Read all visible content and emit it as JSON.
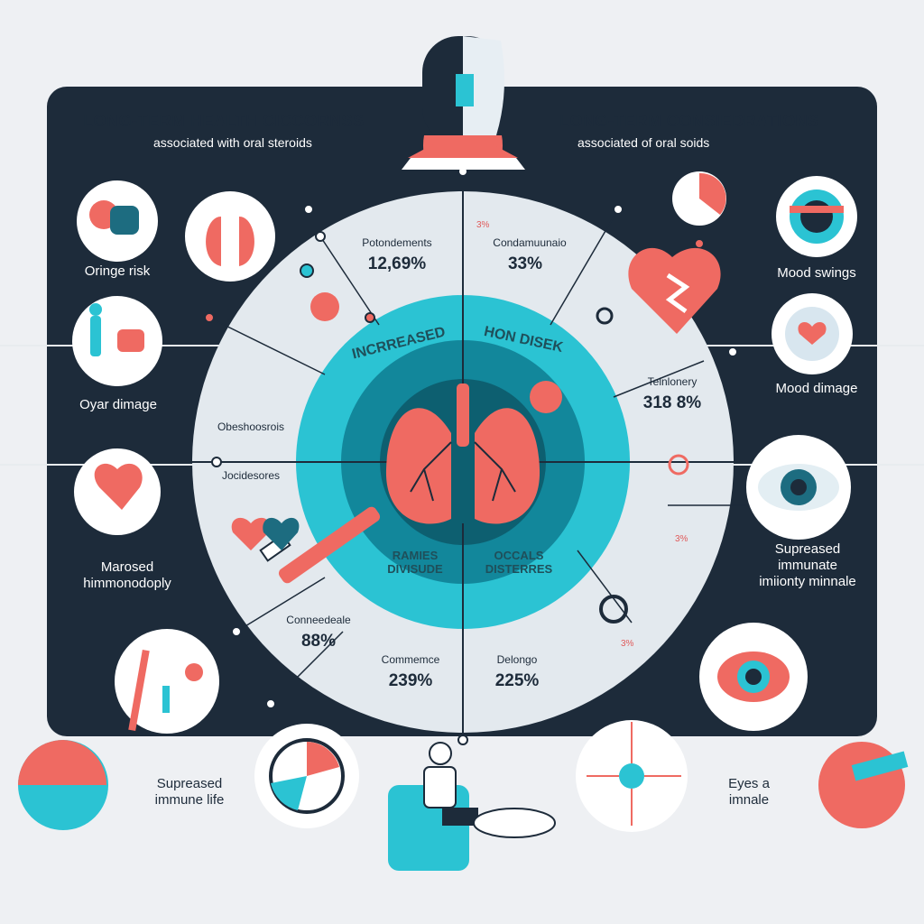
{
  "header": {
    "title_left": "LONG-TERM HEALTH CICCORNSS",
    "subtitle_left": "associated with oral steroids",
    "title_right": "LONG-TERM CONSIEDRATIONS",
    "subtitle_right": "associated of oral soids"
  },
  "side_labels": {
    "left_1": "Oringe risk",
    "left_2": "Oyar dimage",
    "left_3_line1": "Marosed",
    "left_3_line2": "himmonodoply",
    "left_4_line1": "Supreased",
    "left_4_line2": "immune life",
    "right_1": "Mood swings",
    "right_2": "Mood dimage",
    "right_3_line1": "Supreased",
    "right_3_line2": "immunate",
    "right_3_line3": "imiionty minnale",
    "right_4_line1": "Eyes a",
    "right_4_line2": "imnale"
  },
  "segments": {
    "top_left_label": "Potondements",
    "top_left_value": "12,69%",
    "top_right_label": "Condamuunaio",
    "top_right_value": "33%",
    "right_label": "Telnlonery",
    "right_value": "318 8%",
    "left_label_1": "Obeshoosrois",
    "left_label_2": "Jocidesores",
    "bottom_left_label": "Conneedeale",
    "bottom_left_value": "88%",
    "bottom_mid_label": "Commemce",
    "bottom_mid_value": "239%",
    "bottom_right_label": "Delongo",
    "bottom_right_value": "225%",
    "tiny_1": "3%",
    "tiny_2": "3%",
    "tiny_3": "3%"
  },
  "ring": {
    "top_left": "INCRREASED",
    "top_right": "HON DISEK",
    "bottom_left_1": "RAMIES",
    "bottom_left_2": "DIVISUDE",
    "bottom_right_1": "OCCALS",
    "bottom_right_2": "DISTERRES"
  },
  "colors": {
    "navy": "#1d2b3a",
    "teal": "#2bc3d3",
    "deep_teal": "#0f6f82",
    "coral": "#ef6a62",
    "pale": "#e3e9ee"
  }
}
